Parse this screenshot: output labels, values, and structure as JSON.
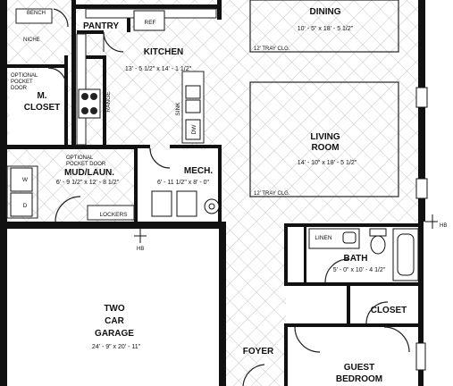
{
  "rooms": {
    "dining": {
      "name": "DINING",
      "dims": "10' - 5\" x 18' - 5 1/2\""
    },
    "living": {
      "name_line1": "LIVING",
      "name_line2": "ROOM",
      "dims": "14' - 10\" x 18' - 5 1/2\""
    },
    "kitchen": {
      "name": "KITCHEN",
      "dims": "13' - 5 1/2\" x 14' - 1 1/2\""
    },
    "pantry": {
      "name": "PANTRY"
    },
    "m_closet": {
      "name_line1": "M.",
      "name_line2": "CLOSET"
    },
    "mud": {
      "name": "MUD/LAUN.",
      "dims": "6' - 9 1/2\" x 12' - 8 1/2\""
    },
    "mech": {
      "name": "MECH.",
      "dims": "6' - 11 1/2\" x 8' - 0\""
    },
    "garage": {
      "name_line1": "TWO",
      "name_line2": "CAR",
      "name_line3": "GARAGE",
      "dims": "24' - 9\" x 20' - 11\""
    },
    "bath": {
      "name": "BATH",
      "dims": "5' - 0\" x 10' - 4 1/2\""
    },
    "closet": {
      "name": "CLOSET"
    },
    "foyer": {
      "name": "FOYER"
    },
    "guest": {
      "name_line1": "GUEST",
      "name_line2": "BEDROOM"
    }
  },
  "notes": {
    "tray_dining": "12' TRAY CLG.",
    "tray_living": "12' TRAY CLG.",
    "bench": "BENCH",
    "niche": "NICHE",
    "optional_pocket_1": "OPTIONAL",
    "optional_pocket_2": "POCKET",
    "optional_pocket_3": "DOOR",
    "optional_pocket_b1": "OPTIONAL",
    "optional_pocket_b2": "POCKET DOOR",
    "ref": "REF",
    "range": "RANGE",
    "sink": "SINK",
    "dw": "DW",
    "linen": "LINEN",
    "lockers": "LOCKERS",
    "hb_garage": "HB",
    "hb_right": "HB",
    "washer": "W",
    "dryer": "D"
  }
}
